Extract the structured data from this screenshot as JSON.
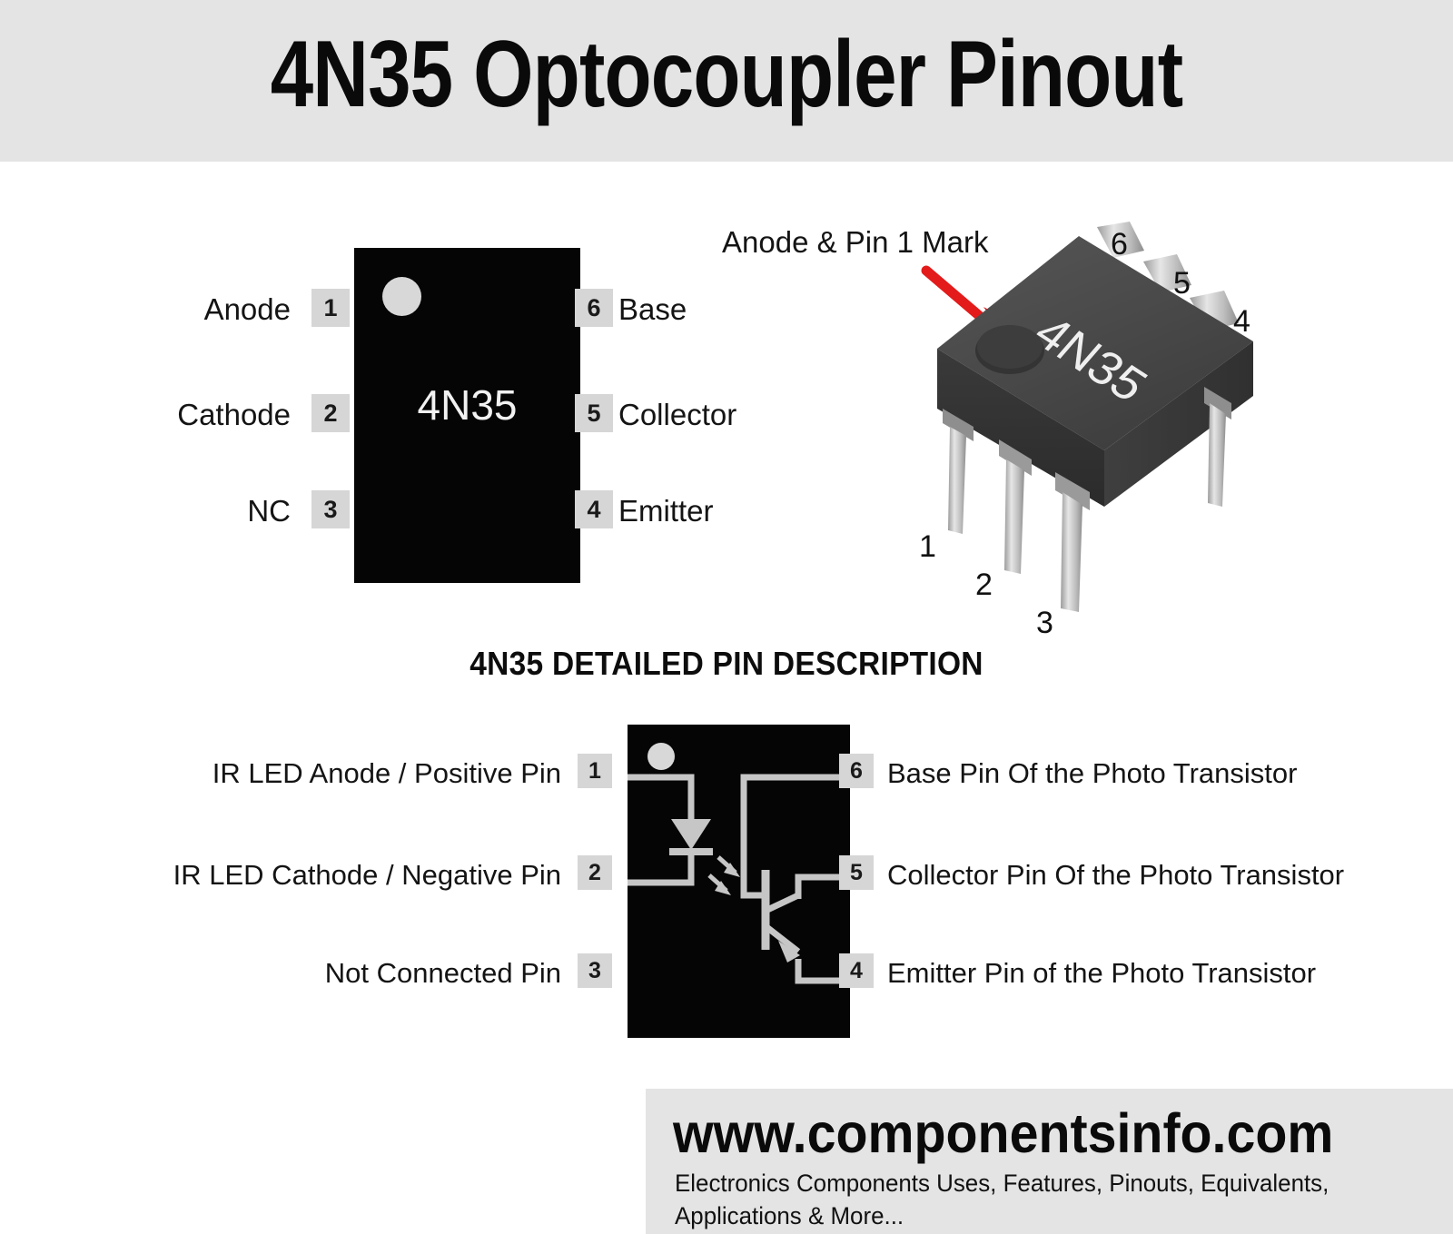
{
  "header": {
    "title": "4N35 Optocoupler Pinout"
  },
  "pinout_diagram": {
    "chip_label": "4N35",
    "notch_icon": "pin1-dot-icon",
    "left_pins": [
      {
        "number": "1",
        "label": "Anode"
      },
      {
        "number": "2",
        "label": "Cathode"
      },
      {
        "number": "3",
        "label": "NC"
      }
    ],
    "right_pins": [
      {
        "number": "6",
        "label": "Base"
      },
      {
        "number": "5",
        "label": "Collector"
      },
      {
        "number": "4",
        "label": "Emitter"
      }
    ]
  },
  "package_photo": {
    "annotation": "Anode & Pin 1 Mark",
    "arrow_color": "#e31b1b",
    "chip_marking": "4N35",
    "body_color": "#474747",
    "lead_color": "#c9c9c9",
    "pin_numbers_top": [
      "6",
      "5",
      "4"
    ],
    "pin_numbers_bottom": [
      "1",
      "2",
      "3"
    ]
  },
  "detail_section": {
    "heading": "4N35 DETAILED PIN DESCRIPTION",
    "left_pins": [
      {
        "number": "1",
        "label": "IR LED Anode / Positive Pin"
      },
      {
        "number": "2",
        "label": "IR LED Cathode /  Negative Pin"
      },
      {
        "number": "3",
        "label": "Not Connected Pin"
      }
    ],
    "right_pins": [
      {
        "number": "6",
        "label": "Base Pin Of the Photo Transistor"
      },
      {
        "number": "5",
        "label": "Collector Pin Of the Photo Transistor"
      },
      {
        "number": "4",
        "label": "Emitter Pin of the Photo Transistor"
      }
    ],
    "schematic": {
      "led_symbol": "ir-led-diode",
      "transistor_symbol": "npn-phototransistor",
      "light_arrows": 2,
      "trace_color": "#c6c6c6"
    }
  },
  "footer": {
    "url": "www.componentsinfo.com",
    "tagline_line1": "Electronics Components Uses, Features, Pinouts, Equivalents,",
    "tagline_line2": "Applications & More..."
  },
  "colors": {
    "band_gray": "#e4e4e4",
    "chip_black": "#050505",
    "pad_gray": "#d6d6d6",
    "accent_red": "#e31b1b"
  }
}
